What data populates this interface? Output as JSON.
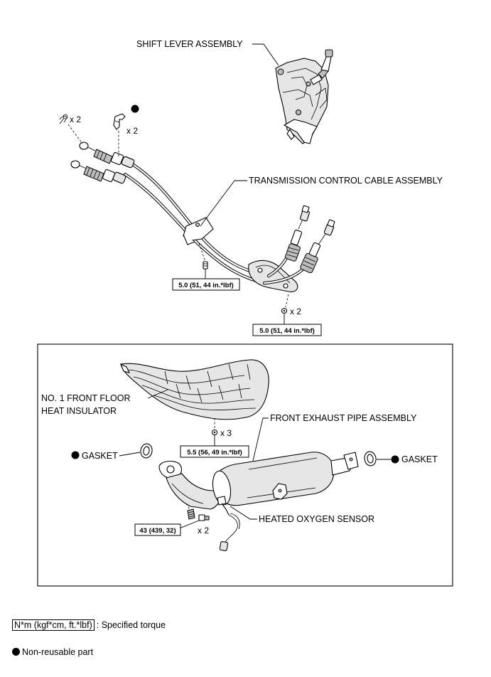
{
  "labels": {
    "shift_lever": "SHIFT LEVER ASSEMBLY",
    "transmission_cable": "TRANSMISSION CONTROL CABLE ASSEMBLY",
    "heat_insulator_line1": "NO. 1 FRONT FLOOR",
    "heat_insulator_line2": "HEAT INSULATOR",
    "exhaust_pipe": "FRONT EXHAUST PIPE ASSEMBLY",
    "gasket_left": "GASKET",
    "gasket_right": "GASKET",
    "oxygen_sensor": "HEATED OXYGEN SENSOR"
  },
  "quantities": {
    "pin": "x 2",
    "clip": "x 2",
    "nut": "x 2",
    "insulator_bolt": "x 3",
    "pipe_bolt": "x 2"
  },
  "torques": {
    "cable_bracket": "5.0 (51, 44 in.*lbf)",
    "cable_nut": "5.0 (51, 44 in.*lbf)",
    "heat_insulator": "5.5 (56, 49 in.*lbf)",
    "exhaust_pipe": "43 (439, 32)"
  },
  "legend": {
    "torque_unit": "N*m (kgf*cm, ft.*lbf)",
    "torque_desc": ": Specified torque",
    "non_reusable": "Non-reusable part"
  },
  "colors": {
    "line": "#000000",
    "background": "#ffffff",
    "shading": "#bdbdbd"
  }
}
